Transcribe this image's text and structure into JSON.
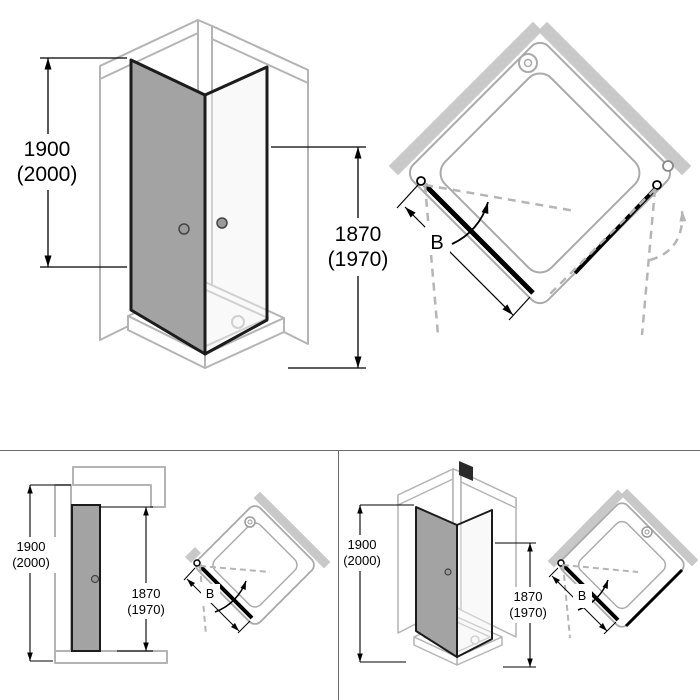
{
  "figures": {
    "corner_entry_iso": {
      "overall_height": "1900",
      "overall_height_alt": "(2000)",
      "door_height": "1870",
      "door_height_alt": "(1970)"
    },
    "corner_entry_plan": {
      "door_width": "B"
    },
    "niche_door_front": {
      "overall_height": "1900",
      "overall_height_alt": "(2000)",
      "door_height": "1870",
      "door_height_alt": "(1970)"
    },
    "niche_door_plan": {
      "door_width": "B"
    },
    "door_side_panel_iso": {
      "overall_height": "1900",
      "overall_height_alt": "(2000)",
      "door_height": "1870",
      "door_height_alt": "(1970)"
    },
    "door_side_panel_plan": {
      "door_width": "B"
    }
  },
  "colors": {
    "background": "#ffffff",
    "wall_fill": "#c8c8c8",
    "outline_gray": "#b4b4b4",
    "glass_panel_gray": "#a3a3a3",
    "frame_black": "#1c1c1c",
    "dashed_swing_gray": "#b5b5b5",
    "dimension_color": "#000000",
    "divider": "#6b6b6b"
  }
}
